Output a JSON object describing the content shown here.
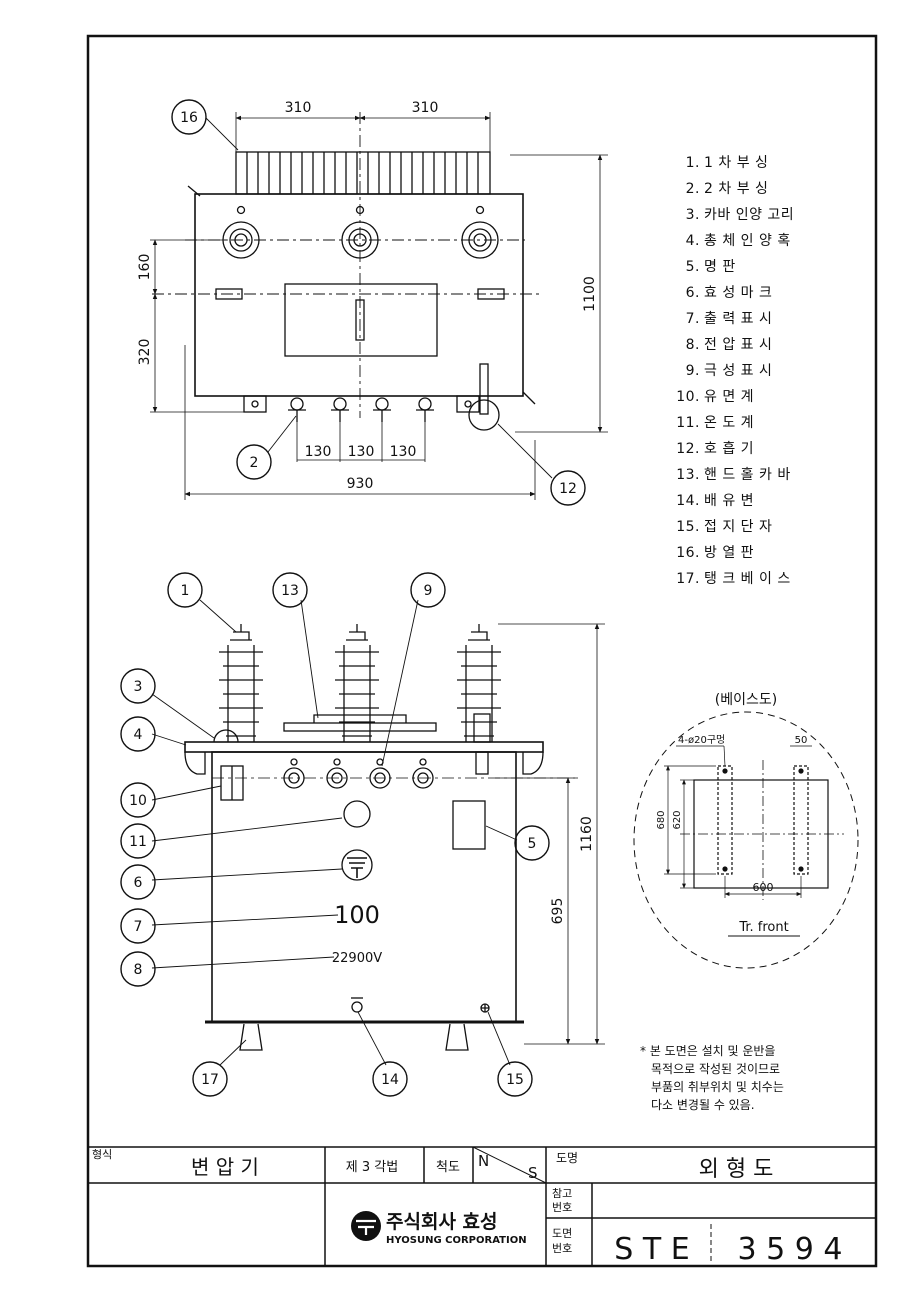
{
  "top_view": {
    "dims": {
      "top_left": "310",
      "top_right": "310",
      "left_upper": "160",
      "left_lower": "320",
      "right_height": "1100",
      "bottom_pitch": [
        "130",
        "130",
        "130"
      ],
      "overall_width": "930"
    },
    "callouts": [
      "16",
      "2",
      "12"
    ]
  },
  "front_view": {
    "callouts": [
      "1",
      "13",
      "9",
      "3",
      "4",
      "10",
      "11",
      "5",
      "6",
      "7",
      "8",
      "17",
      "14",
      "15"
    ],
    "dims": {
      "overall_height": "1160",
      "lower_height": "695"
    },
    "output_mark": "100",
    "voltage_mark": "22900V"
  },
  "parts_list": [
    {
      "no": "1.",
      "name": "1 차 부 싱"
    },
    {
      "no": "2.",
      "name": "2 차 부 싱"
    },
    {
      "no": "3.",
      "name": "카바 인양 고리"
    },
    {
      "no": "4.",
      "name": "총 체 인 양 혹"
    },
    {
      "no": "5.",
      "name": "명 판"
    },
    {
      "no": "6.",
      "name": "효 성 마 크"
    },
    {
      "no": "7.",
      "name": "출 력 표 시"
    },
    {
      "no": "8.",
      "name": "전 압 표 시"
    },
    {
      "no": "9.",
      "name": "극 성 표 시"
    },
    {
      "no": "10.",
      "name": "유 면 계"
    },
    {
      "no": "11.",
      "name": "온 도 계"
    },
    {
      "no": "12.",
      "name": "호 흡 기"
    },
    {
      "no": "13.",
      "name": "핸 드 홀 카 바"
    },
    {
      "no": "14.",
      "name": "배 유 변"
    },
    {
      "no": "15.",
      "name": "접 지 단 자"
    },
    {
      "no": "16.",
      "name": "방 열 판"
    },
    {
      "no": "17.",
      "name": "탱 크 베 이 스"
    }
  ],
  "base_detail": {
    "title": "(베이스도)",
    "hole_label": "4-ø20구멍",
    "dim_50": "50",
    "dim_680": "680",
    "dim_620": "620",
    "dim_600": "600",
    "front_label": "Tr. front"
  },
  "note": [
    "* 본 도면은 설치 및 운반을",
    "목적으로 작성된 것이므로",
    "부품의 취부위치 및 치수는",
    "다소 변경될 수 있음."
  ],
  "title_block": {
    "type_label": "형식",
    "type_value": "변 압 기",
    "method": "제 3 각법",
    "scale_label": "척도",
    "scale_n": "N",
    "scale_s": "S",
    "name_label": "도명",
    "name_value": "외 형 도",
    "ref_label_1": "참고",
    "ref_label_2": "번호",
    "dwg_label_1": "도면",
    "dwg_label_2": "번호",
    "dwg_prefix": "S T E",
    "dwg_number": "3 5 9 4",
    "company_ko": "주식회사 효성",
    "company_en": "HYOSUNG CORPORATION"
  }
}
